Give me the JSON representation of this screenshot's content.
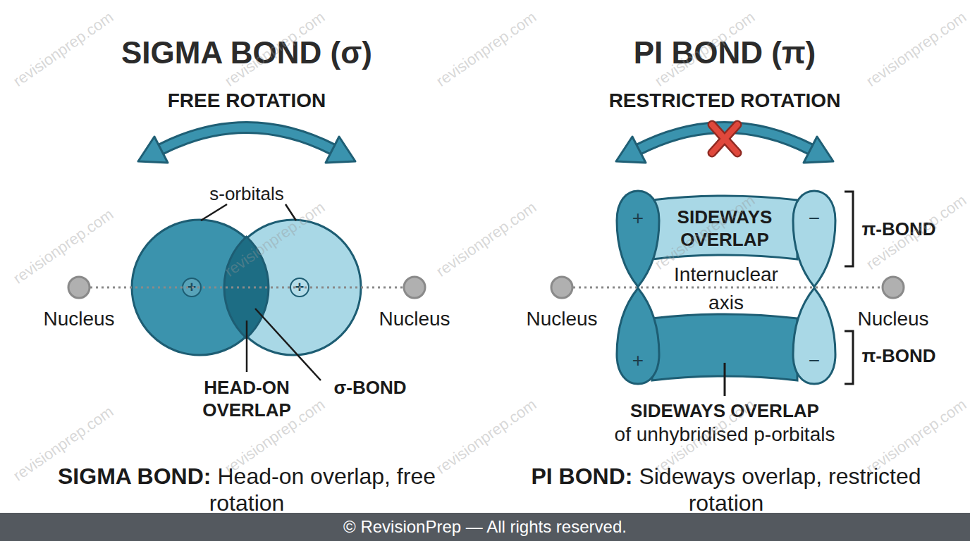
{
  "diagram": {
    "nodes": [
      {
        "text": [
          "+"
        ]
      },
      {
        "text": [
          "+"
        ]
      },
      {
        "text": [
          "+"
        ]
      },
      {
        "text": [
          "SIDEWAYS OVERLAP"
        ]
      },
      {
        "text": [
          "−"
        ]
      },
      {
        "text": [
          "+"
        ]
      },
      {
        "text": [
          "−"
        ]
      },
      {
        "text": [
          "© RevisionPrep — All rights reserved."
        ]
      }
    ],
    "labels": [
      "SIGMA BOND (σ)",
      "PI BOND (π)",
      "FREE ROTATION",
      "RESTRICTED ROTATION",
      "s-orbitals",
      "Nucleus",
      "Nucleus",
      "HEAD-ON OVERLAP",
      "σ-BOND",
      "Internuclear axis",
      "Nucleus",
      "Nucleus",
      "π-BOND",
      "π-BOND",
      "SIDEWAYS OVERLAP",
      "of unhybridised p-orbitals",
      "SIGMA BOND:",
      "Head-on overlap, free rotation",
      "PI BOND:",
      "Sideways overlap, restricted rotation",
      "revisionprep.com",
      "revisionprep.com",
      "revisionprep.com",
      "revisionprep.com",
      "revisionprep.com",
      "revisionprep.com",
      "revisionprep.com",
      "revisionprep.com",
      "revisionprep.com",
      "revisionprep.com",
      "revisionprep.com",
      "revisionprep.com",
      "revisionprep.com",
      "revisionprep.com",
      "revisionprep.com"
    ]
  }
}
